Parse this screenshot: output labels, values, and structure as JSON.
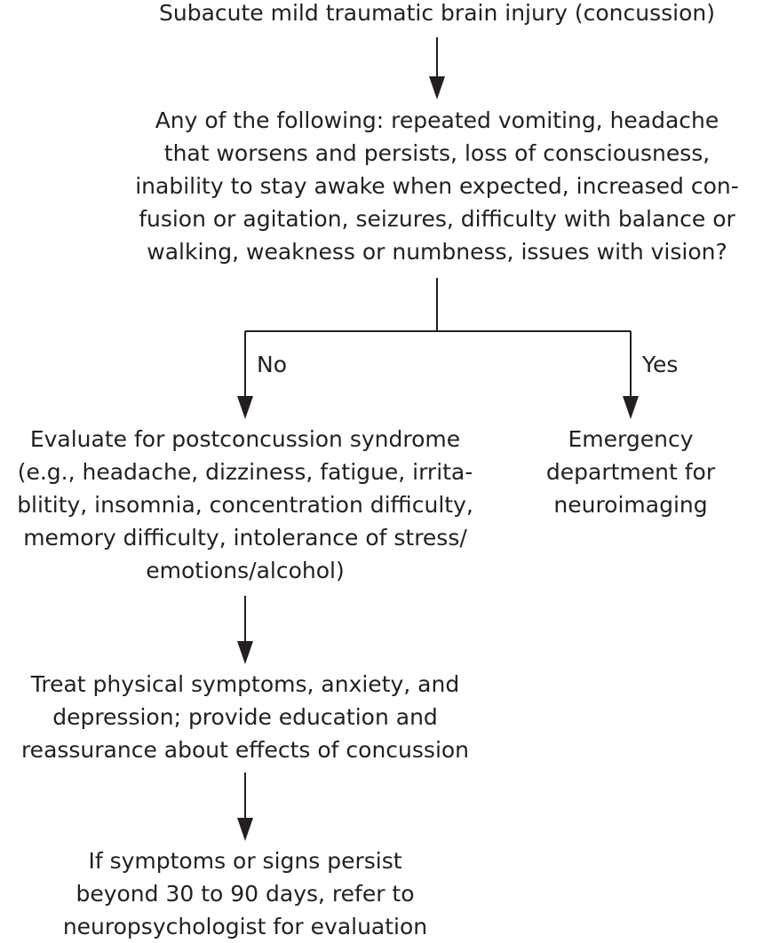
{
  "flowchart": {
    "start": {
      "text": "Subacute mild traumatic brain injury (concussion)"
    },
    "decision": {
      "lines": [
        "Any of the following: repeated vomiting, headache",
        "that worsens and persists, loss of consciousness,",
        "inability to stay awake when expected, increased con-",
        "fusion or agitation, seizures, difficulty with balance or",
        "walking, weakness or numbness, issues with vision?"
      ]
    },
    "branches": {
      "no_label": "No",
      "yes_label": "Yes"
    },
    "evaluate": {
      "lines": [
        "Evaluate for postconcussion syndrome",
        "(e.g., headache, dizziness, fatigue, irrita-",
        "blitity, insomnia, concentration difficulty,",
        "memory difficulty, intolerance of stress/",
        "emotions/alcohol)"
      ]
    },
    "emergency": {
      "lines": [
        "Emergency",
        "department for",
        "neuroimaging"
      ]
    },
    "treat": {
      "lines": [
        "Treat physical symptoms, anxiety, and",
        "depression; provide education and",
        "reassurance about effects of concussion"
      ]
    },
    "refer": {
      "lines": [
        "If symptoms or signs persist",
        "beyond 30 to 90 days, refer to",
        "neuropsychologist for evaluation"
      ]
    }
  }
}
